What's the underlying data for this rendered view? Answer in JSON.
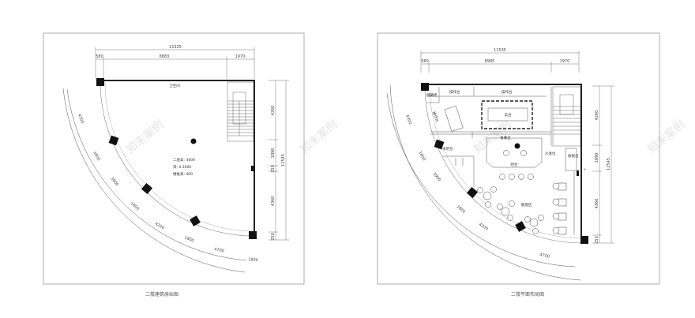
{
  "left_plan": {
    "caption": "二楼建筑原始图",
    "dims_top": [
      "11525",
      "580",
      "8883",
      "1970"
    ],
    "dims_right": [
      "4260",
      "1890",
      "250",
      "4360",
      "250",
      "12545"
    ],
    "dims_arc": [
      "4300",
      "1800",
      "3900",
      "1800",
      "4200",
      "1800",
      "4700",
      "1800"
    ],
    "room_note": "卫生间",
    "notes": [
      "二层高: 3400",
      "梁: 0.3000",
      "楼板高: 400"
    ]
  },
  "right_plan": {
    "caption": "二楼平面布局图",
    "dims_top": [
      "11535",
      "580",
      "8985",
      "1970"
    ],
    "dims_right": [
      "4260",
      "1890",
      "4360",
      "250",
      "12545"
    ],
    "dims_arc": [
      "4300",
      "1800",
      "3900",
      "1800",
      "4200",
      "4700"
    ],
    "room_labels": [
      "储藏柜",
      "操作台",
      "操作台",
      "操作台",
      "岛台",
      "备餐台",
      "收银台",
      "吧台",
      "水吧台",
      "散座区",
      "沙发位"
    ]
  },
  "watermark": "知末案例"
}
